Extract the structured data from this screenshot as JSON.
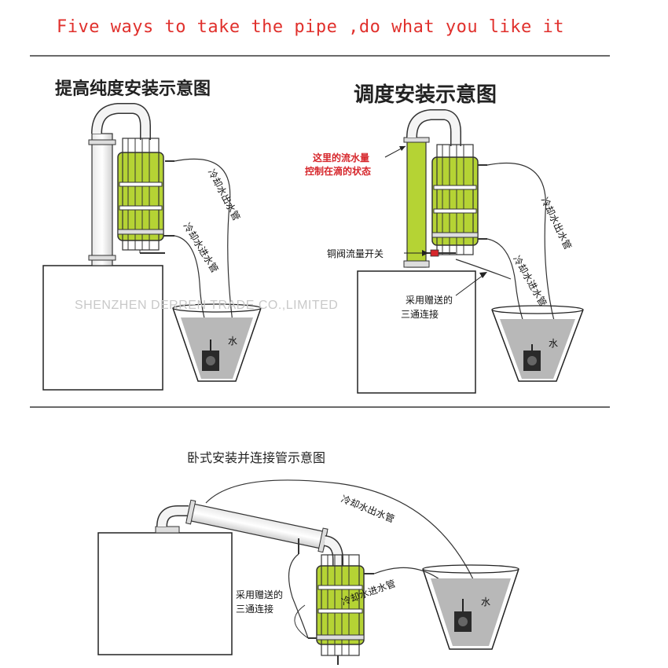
{
  "headline": "Five ways to take the pipe ,do what you like it",
  "panel1": {
    "title": "提高纯度安装示意图",
    "outlet_label": "冷却水出水管",
    "inlet_label": "冷却水进水管",
    "water_label": "水"
  },
  "panel2": {
    "title": "调度安装示意图",
    "flow_note_line1": "这里的流水量",
    "flow_note_line2": "控制在滴的状态",
    "valve_label": "铜阀流量开关",
    "tee_line1": "采用赠送的",
    "tee_line2": "三通连接",
    "outlet_label": "冷却水出水管",
    "inlet_label": "冷却水进水管",
    "water_label": "水"
  },
  "panel3": {
    "title": "卧式安装并连接管示意图",
    "outlet_label": "冷却水出水管",
    "inlet_label": "冷却水进水管",
    "tee_line1": "采用赠送的",
    "tee_line2": "三通连接",
    "water_label": "水"
  },
  "watermark": "SHENZHEN DERREN TRADE CO.,LIMITED",
  "colors": {
    "accent_red": "#e0302c",
    "condenser_green": "#b5d334",
    "water_gray": "#b8b8b8",
    "rule_gray": "#6a6a6a"
  },
  "icons": [
    "pump-icon",
    "bucket-icon",
    "condenser-icon",
    "boiler-icon"
  ]
}
